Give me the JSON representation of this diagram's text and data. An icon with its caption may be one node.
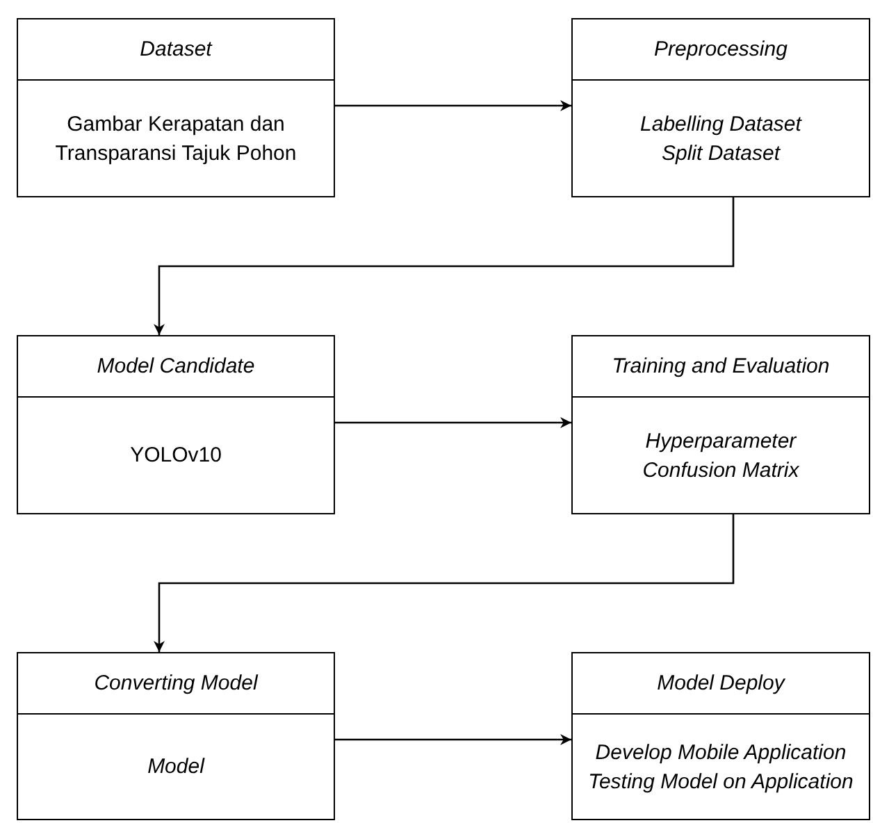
{
  "diagram": {
    "nodes": [
      {
        "text": [
          "Dataset",
          "Gambar Kerapatan dan Transparansi Tajuk Pohon"
        ]
      },
      {
        "text": [
          "Preprocessing",
          "Labelling Dataset",
          "Split Dataset"
        ]
      },
      {
        "text": [
          "Model Candidate",
          "YOLOv10"
        ]
      },
      {
        "text": [
          "Training and Evaluation",
          "Hyperparameter",
          "Confusion Matrix"
        ]
      },
      {
        "text": [
          "Converting Model",
          "Model"
        ]
      },
      {
        "text": [
          "Model Deploy",
          "Develop Mobile Application",
          "Testing Model on Application"
        ]
      }
    ],
    "edges": [
      {
        "from": 0,
        "to": 1,
        "arrow": "to"
      },
      {
        "from": 1,
        "to": 2,
        "arrow": "to"
      },
      {
        "from": 2,
        "to": 3,
        "arrow": "to"
      },
      {
        "from": 3,
        "to": 4,
        "arrow": "to"
      },
      {
        "from": 4,
        "to": 5,
        "arrow": "to"
      }
    ]
  }
}
